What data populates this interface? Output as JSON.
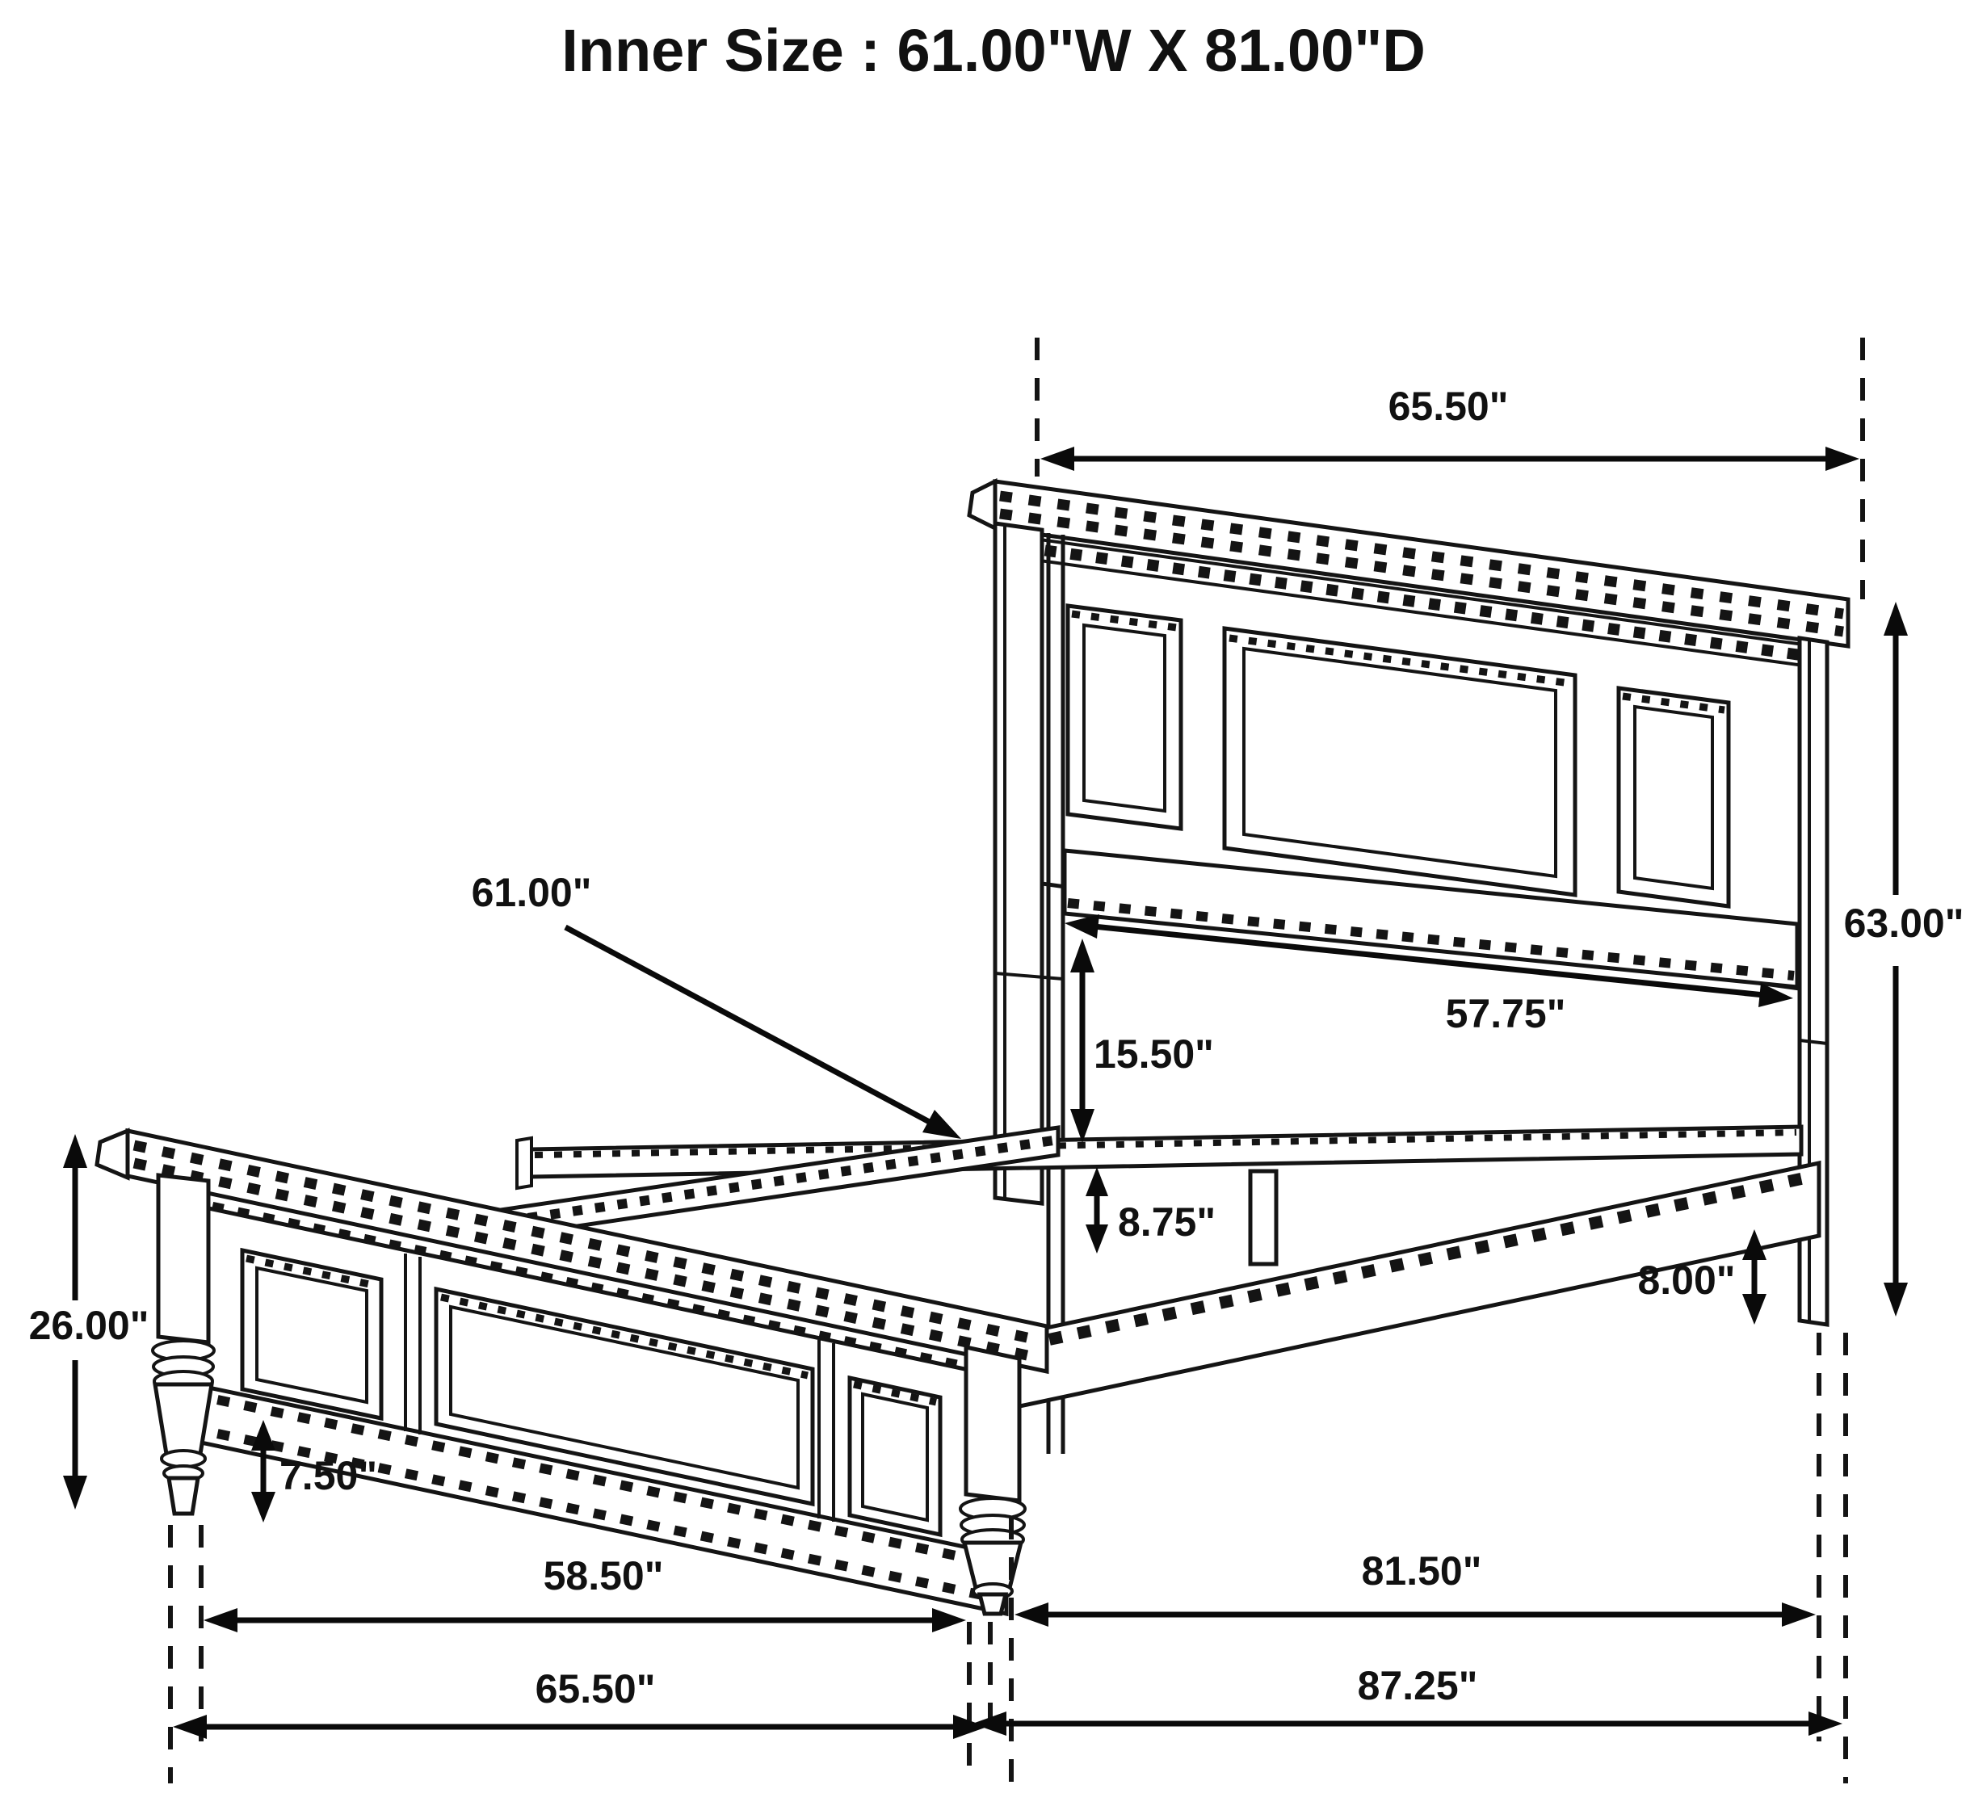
{
  "title": "Inner Size : 61.00\"W X 81.00\"D",
  "diagram": {
    "kind": "furniture dimension line drawing",
    "subject": "panel bed frame with headboard, footboard and side rails",
    "units": "inches",
    "line_color": "#141414",
    "background_color": "#ffffff"
  },
  "inner_size": {
    "width": "61.00\"W",
    "depth": "81.00\"D"
  },
  "dimensions": {
    "headboard_width": {
      "label": "65.50\"",
      "value": 65.5,
      "location": "top, across headboard"
    },
    "headboard_height": {
      "label": "63.00\"",
      "value": 63.0,
      "location": "right side, headboard post height"
    },
    "inner_width": {
      "label": "61.00\"",
      "value": 61.0,
      "location": "leader to center slat rail"
    },
    "headboard_inner_width": {
      "label": "57.75\"",
      "value": 57.75,
      "location": "between headboard posts"
    },
    "rail_top_to_slat": {
      "label": "15.50\"",
      "value": 15.5,
      "location": "below headboard bottom rail"
    },
    "slat_height": {
      "label": "8.75\"",
      "value": 8.75,
      "location": "slat rail to side rail"
    },
    "rail_floor_clearance": {
      "label": "8.00\"",
      "value": 8.0,
      "location": "side rail bottom to floor"
    },
    "footboard_height": {
      "label": "26.00\"",
      "value": 26.0,
      "location": "left side, footboard height"
    },
    "footboard_leg_height": {
      "label": "7.50\"",
      "value": 7.5,
      "location": "footboard leg"
    },
    "footboard_inner_width": {
      "label": "58.50\"",
      "value": 58.5,
      "location": "bottom left, inner span"
    },
    "footboard_width": {
      "label": "65.50\"",
      "value": 65.5,
      "location": "bottom left, overall width"
    },
    "inner_length": {
      "label": "81.50\"",
      "value": 81.5,
      "location": "bottom right, inner length"
    },
    "overall_length": {
      "label": "87.25\"",
      "value": 87.25,
      "location": "bottom right, overall length"
    }
  }
}
